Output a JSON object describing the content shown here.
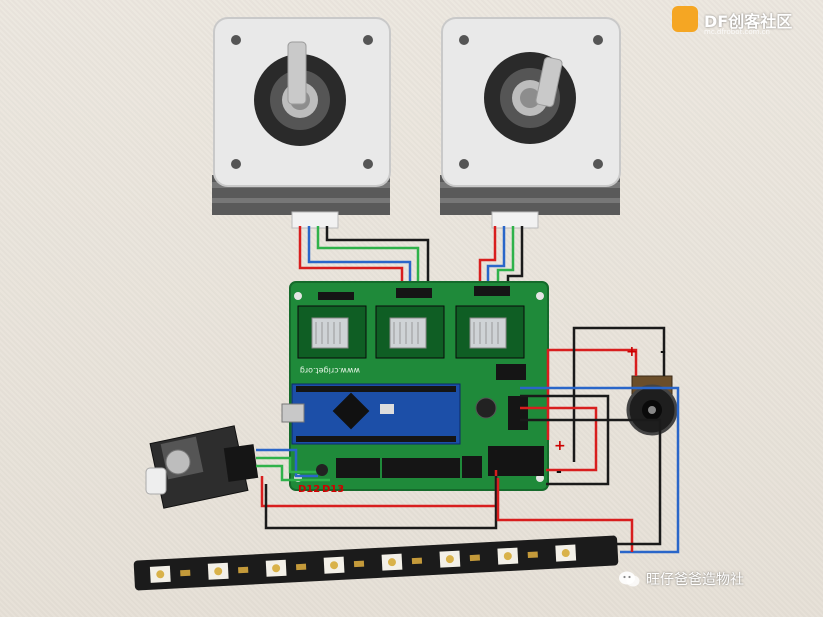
{
  "brand": {
    "title": "DF创客社区",
    "url": "mc.dfrobot.com.cn",
    "accent_color": "#f5a623"
  },
  "labels": {
    "pin_d12": "D12",
    "pin_d13": "D13",
    "power_plus": "+",
    "power_minus": "-",
    "power_plus_2": "+",
    "power_minus_2": "-"
  },
  "board": {
    "silk_url": "www.criget.org"
  },
  "watermark": {
    "text": "旺仔爸爸造物社",
    "icon": "wechat-icon"
  },
  "colors": {
    "pcb_green": "#1f8a3a",
    "wire_red": "#d81e1e",
    "wire_blue": "#2a66c9",
    "wire_black": "#1a1a1a",
    "wire_green": "#2fb24a"
  }
}
